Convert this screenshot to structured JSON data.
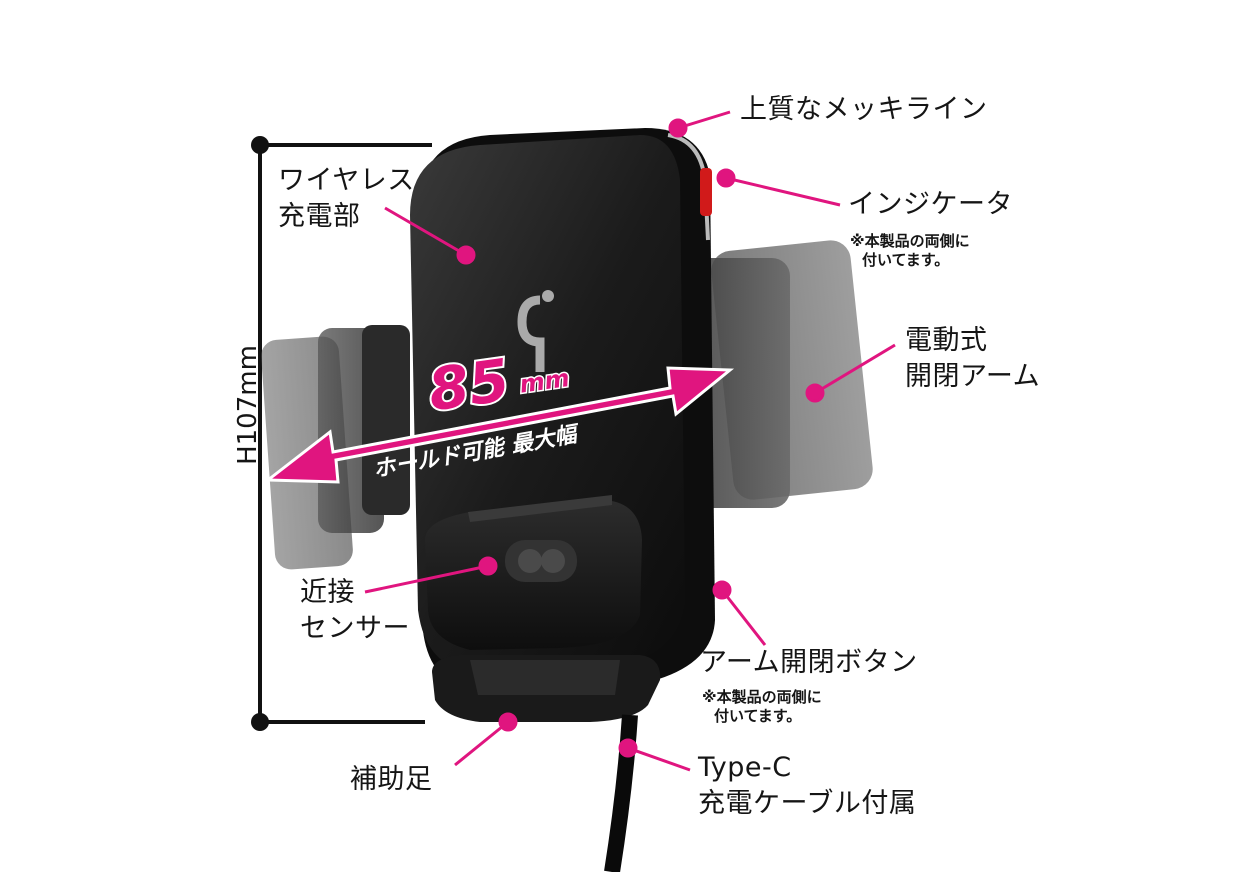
{
  "dimension": {
    "height_label": "H107mm"
  },
  "width_badge": {
    "value": "85",
    "unit": "mm",
    "caption": "ホールド可能 最大幅"
  },
  "device": {
    "logo": "qi-logo"
  },
  "callouts": {
    "plating": {
      "text": "上質なメッキライン"
    },
    "indicator": {
      "text": "インジケータ",
      "note_lines": [
        "※本製品の両側に",
        "付いてます。"
      ]
    },
    "wireless": {
      "lines": [
        "ワイヤレス",
        "充電部"
      ]
    },
    "arms": {
      "lines": [
        "電動式",
        "開閉アーム"
      ]
    },
    "sensor": {
      "lines": [
        "近接",
        "センサー"
      ]
    },
    "button": {
      "text": "アーム開閉ボタン",
      "note_lines": [
        "※本製品の両側に",
        "付いてます。"
      ]
    },
    "foot": {
      "text": "補助足"
    },
    "cable": {
      "lines": [
        "Type-C",
        "充電ケーブル付属"
      ]
    }
  },
  "colors": {
    "accent": "#e0157f",
    "body": "#141414",
    "text": "#151515"
  }
}
